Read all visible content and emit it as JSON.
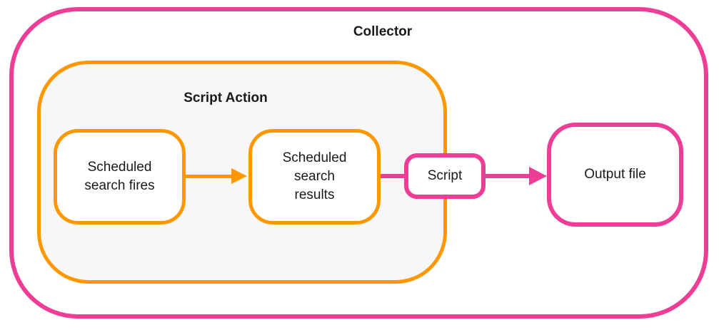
{
  "colors": {
    "pink": "#EE3D96",
    "orange": "#FF9800",
    "text": "#1A1A1A",
    "scriptFill": "#F7F7F7",
    "nodeFill": "#FFFFFF"
  },
  "diagram": {
    "collector_label": "Collector",
    "script_action_label": "Script Action",
    "nodes": {
      "scheduled_search_fires": "Scheduled\nsearch fires",
      "scheduled_search_results": "Scheduled\nsearch\nresults",
      "script": "Script",
      "output_file": "Output file"
    }
  }
}
